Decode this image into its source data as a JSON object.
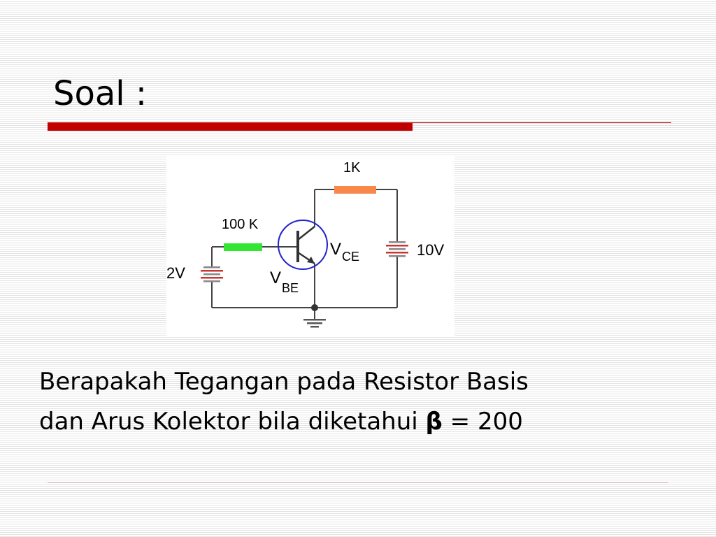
{
  "slide": {
    "title": "Soal :",
    "question": {
      "line1": "Berapakah Tegangan pada Resistor Basis",
      "line2_prefix": "dan Arus Kolektor bila diketahui ",
      "beta_symbol": "β",
      "line2_suffix": " = 200"
    }
  },
  "circuit": {
    "collector_resistor": "1K",
    "base_resistor": "100 K",
    "base_supply": "2V",
    "collector_supply": "10V",
    "vce_main": "V",
    "vce_sub": "CE",
    "vbe_main": "V",
    "vbe_sub": "BE",
    "colors": {
      "title_bar": "#c00000",
      "collector_resistor": "#f7884a",
      "base_resistor": "#33e633",
      "transistor_circle": "#2222cc",
      "battery_plate": "#cc3333"
    }
  }
}
